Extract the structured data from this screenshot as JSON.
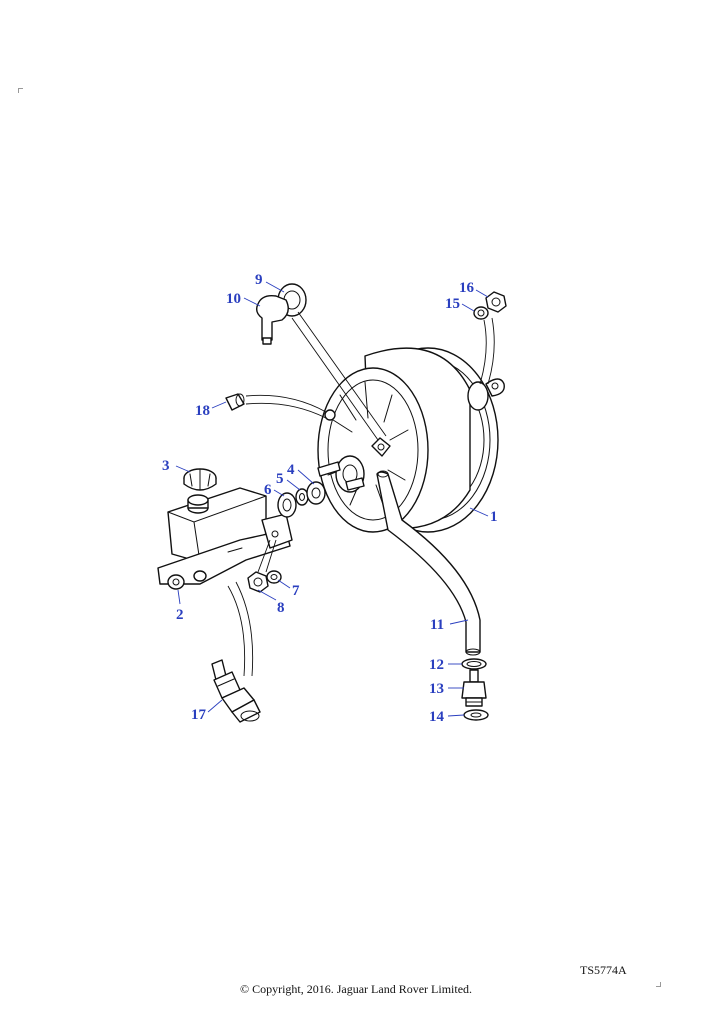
{
  "diagram": {
    "reference_code": "TS5774A",
    "copyright": "© Copyright, 2016. Jaguar Land Rover Limited.",
    "callout_color": "#2a3fbf",
    "callouts": [
      {
        "id": "1",
        "part": "brake-servo"
      },
      {
        "id": "2",
        "part": "master-cylinder"
      },
      {
        "id": "3",
        "part": "reservoir-cap"
      },
      {
        "id": "4",
        "part": "stud"
      },
      {
        "id": "5",
        "part": "washer"
      },
      {
        "id": "6",
        "part": "seal"
      },
      {
        "id": "7",
        "part": "washer"
      },
      {
        "id": "8",
        "part": "nut"
      },
      {
        "id": "9",
        "part": "grommet"
      },
      {
        "id": "10",
        "part": "elbow-connector"
      },
      {
        "id": "11",
        "part": "vacuum-hose"
      },
      {
        "id": "12",
        "part": "clip"
      },
      {
        "id": "13",
        "part": "check-valve-adaptor"
      },
      {
        "id": "14",
        "part": "washer"
      },
      {
        "id": "15",
        "part": "washer"
      },
      {
        "id": "16",
        "part": "nut"
      },
      {
        "id": "17",
        "part": "brake-light-switch"
      },
      {
        "id": "18",
        "part": "bush"
      }
    ]
  }
}
